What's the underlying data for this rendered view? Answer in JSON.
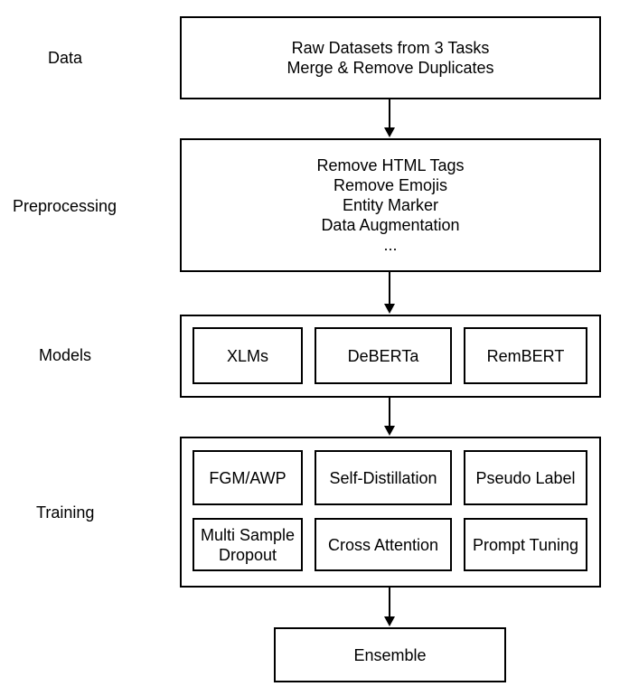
{
  "stages": {
    "data": {
      "label": "Data",
      "lines": [
        "Raw Datasets from 3 Tasks",
        "Merge & Remove Duplicates"
      ]
    },
    "preprocessing": {
      "label": "Preprocessing",
      "lines": [
        "Remove HTML Tags",
        "Remove Emojis",
        "Entity Marker",
        "Data Augmentation",
        "..."
      ]
    },
    "models": {
      "label": "Models",
      "items": [
        "XLMs",
        "DeBERTa",
        "RemBERT"
      ]
    },
    "training": {
      "label": "Training",
      "items": [
        "FGM/AWP",
        "Self-Distillation",
        "Pseudo Label",
        "Multi Sample Dropout",
        "Cross Attention",
        "Prompt Tuning"
      ]
    },
    "ensemble": {
      "label": "Ensemble"
    }
  }
}
